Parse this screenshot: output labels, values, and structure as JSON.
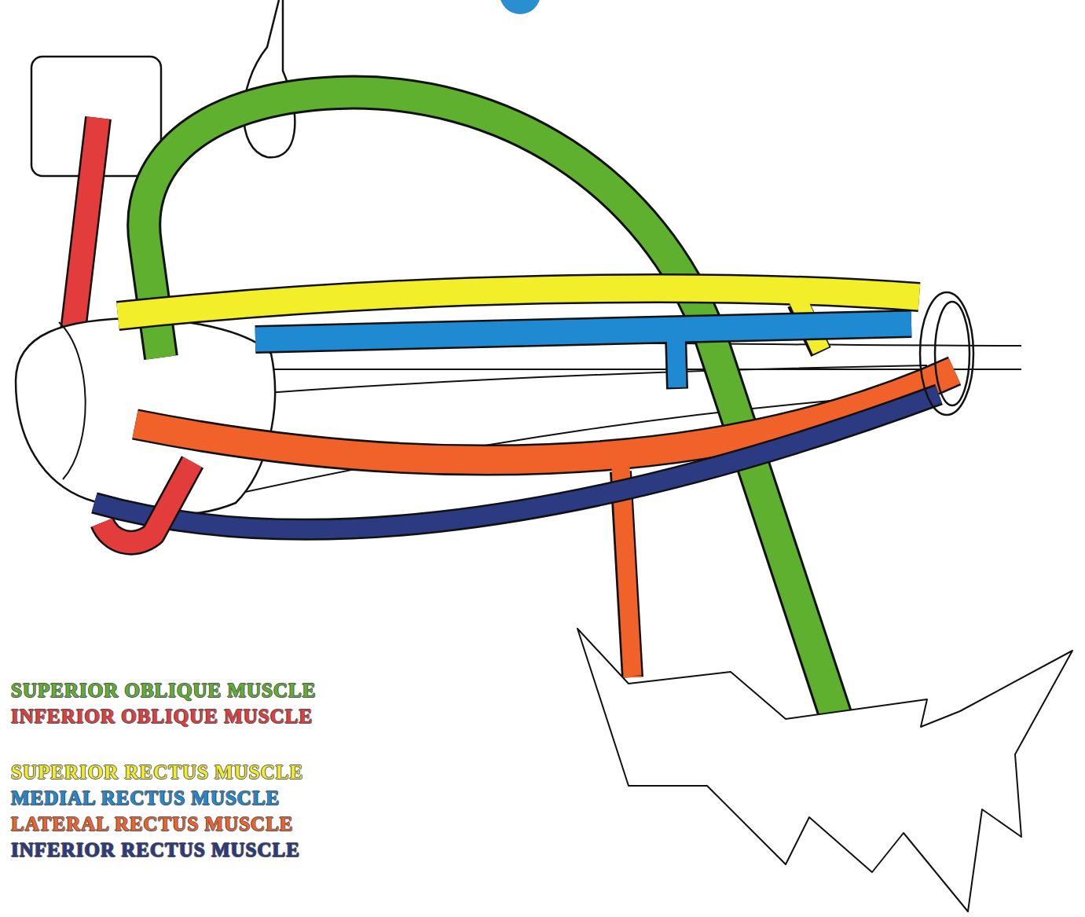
{
  "diagram": {
    "legend": [
      {
        "text": "SUPERIOR OBLIQUE MUSCLE",
        "color": "#5fb02e"
      },
      {
        "text": "INFERIOR OBLIQUE MUSCLE",
        "color": "#e23c3c"
      },
      {
        "text": "SUPERIOR RECTUS MUSCLE",
        "color": "#f2ef2a"
      },
      {
        "text": "MEDIAL RECTUS MUSCLE",
        "color": "#1f8ad2"
      },
      {
        "text": "LATERAL RECTUS MUSCLE",
        "color": "#f0622a"
      },
      {
        "text": "INFERIOR RECTUS MUSCLE",
        "color": "#2c3a82"
      }
    ]
  }
}
